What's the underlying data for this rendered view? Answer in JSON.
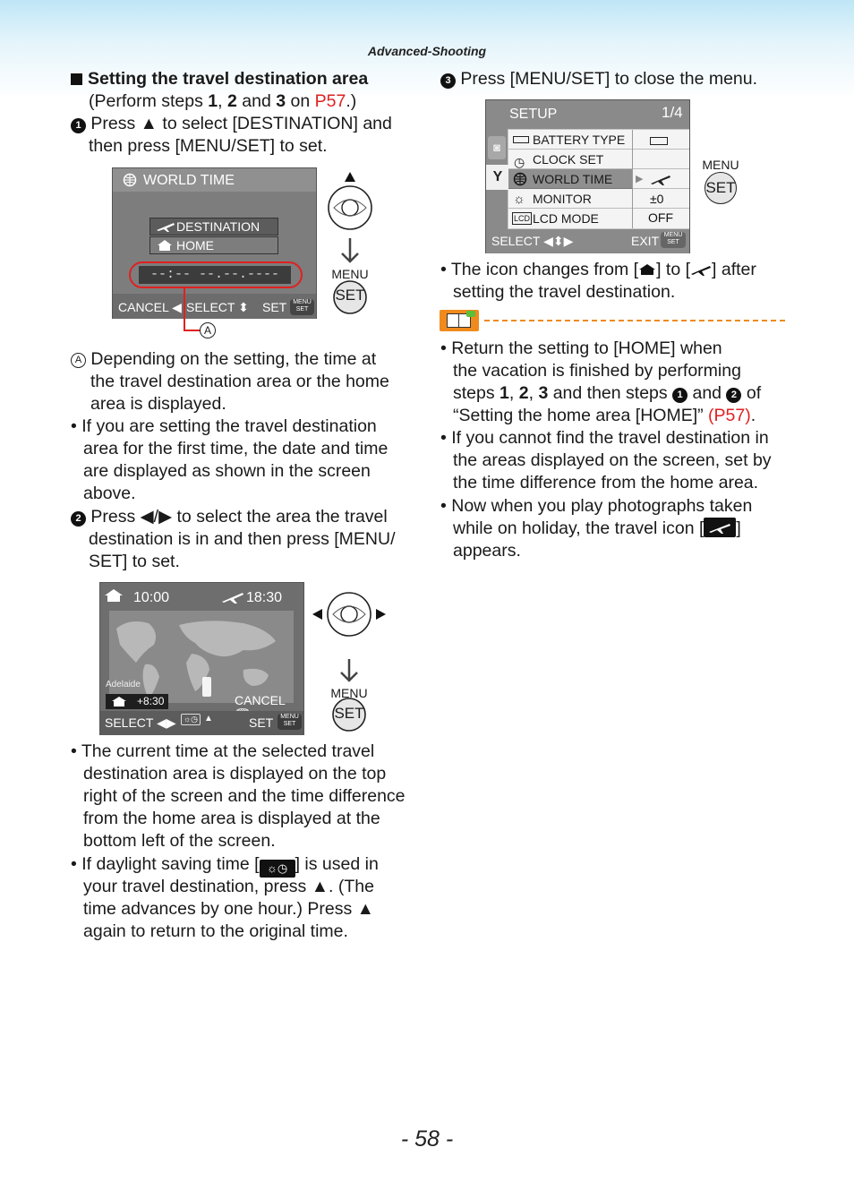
{
  "header": {
    "section": "Advanced-Shooting"
  },
  "left": {
    "heading": "Setting the travel destination area",
    "perform_prefix": "(Perform steps ",
    "perform_1": "1",
    "perform_sep1": ", ",
    "perform_2": "2",
    "perform_and": " and ",
    "perform_3": "3",
    "perform_on": " on ",
    "perform_link": "P57",
    "perform_suffix": ".)",
    "step1_marker": "1",
    "step1_line1": "Press ▲ to select [DESTINATION] and",
    "step1_line2": "then press [MENU/SET] to set.",
    "screen1": {
      "title": "WORLD TIME",
      "item1": "DESTINATION",
      "item2": "HOME",
      "time_placeholder": "--:--  --.--.----",
      "cancel": "CANCEL",
      "select": "SELECT",
      "set": "SET",
      "menu_small": "MENU",
      "callout": "A"
    },
    "pad1": {
      "menu": "MENU",
      "set": "SET"
    },
    "noteA_marker": "A",
    "noteA_line1": "Depending on the setting, the time at",
    "noteA_line2": "the travel destination area or the home",
    "noteA_line3": "area is displayed.",
    "bullet1_line1": "• If you are setting the travel destination",
    "bullet1_line2": "area for the first time, the date and time",
    "bullet1_line3": "are displayed as shown in the screen",
    "bullet1_line4": "above.",
    "step2_marker": "2",
    "step2_line1": "Press ◀/▶ to select the area the travel",
    "step2_line2": "destination is in and then press [MENU/",
    "step2_line3": "SET] to set.",
    "screen2": {
      "home_time": "10:00",
      "dest_time": "18:30",
      "city": "Adelaide",
      "diff": "+8:30",
      "cancel": "CANCEL",
      "select": "SELECT",
      "set": "SET",
      "menu_small": "MENU"
    },
    "pad2": {
      "menu": "MENU",
      "set": "SET"
    },
    "bullet2_line1": "• The current time at the selected travel",
    "bullet2_line2": "destination area is displayed on the top",
    "bullet2_line3": "right of the screen and the time difference",
    "bullet2_line4": "from the home area is displayed at the",
    "bullet2_line5": "bottom left of the screen.",
    "bullet3_line1a": "• If daylight saving time [",
    "bullet3_line1b": "] is used in",
    "bullet3_line2": "your travel destination, press ▲. (The",
    "bullet3_line3": "time advances by one hour.) Press ▲",
    "bullet3_line4": "again to return to the original time."
  },
  "right": {
    "step3_marker": "3",
    "step3_text": "Press [MENU/SET] to close the menu.",
    "screen3": {
      "title": "SETUP",
      "page": "1/4",
      "rows": [
        {
          "icon": "battery",
          "label": "BATTERY TYPE",
          "value": ""
        },
        {
          "icon": "clock",
          "label": "CLOCK SET",
          "value": ""
        },
        {
          "icon": "globe",
          "label": "WORLD TIME",
          "value": ""
        },
        {
          "icon": "sun",
          "label": "MONITOR",
          "value": "±0"
        },
        {
          "icon": "lcd",
          "label": "LCD MODE",
          "value": "OFF"
        }
      ],
      "lcd_badge": "LCD",
      "select": "SELECT",
      "exit": "EXIT",
      "menu_small": "MENU",
      "set_small": "SET"
    },
    "pad3": {
      "menu": "MENU",
      "set": "SET"
    },
    "bullet_icon_line1a": "• The icon changes from [",
    "bullet_icon_line1b": "] to [",
    "bullet_icon_line1c": "] after",
    "bullet_icon_line2": "setting the travel destination.",
    "tip_bullet1_line1": "• Return the setting to [HOME] when",
    "tip_bullet1_line2": "the vacation is finished by performing",
    "tip_bullet1_line3a": "steps ",
    "tip_bullet1_s1": "1",
    "tip_bullet1_c1": ", ",
    "tip_bullet1_s2": "2",
    "tip_bullet1_c2": ", ",
    "tip_bullet1_s3": "3",
    "tip_bullet1_line3b": " and then steps ",
    "tip_bullet1_m1": "1",
    "tip_bullet1_and": " and ",
    "tip_bullet1_m2": "2",
    "tip_bullet1_of": " of",
    "tip_bullet1_line4a": "“Setting the home area [HOME]” ",
    "tip_bullet1_link": "(P57)",
    "tip_bullet1_line4b": ".",
    "tip_bullet2_line1": "• If you cannot find the travel destination in",
    "tip_bullet2_line2": "the areas displayed on the screen, set by",
    "tip_bullet2_line3": "the time difference from the home area.",
    "tip_bullet3_line1": "• Now when you play photographs taken",
    "tip_bullet3_line2a": "while on holiday, the travel icon [",
    "tip_bullet3_line2b": "]",
    "tip_bullet3_line3": "appears."
  },
  "footer": {
    "page_number": "- 58 -"
  }
}
